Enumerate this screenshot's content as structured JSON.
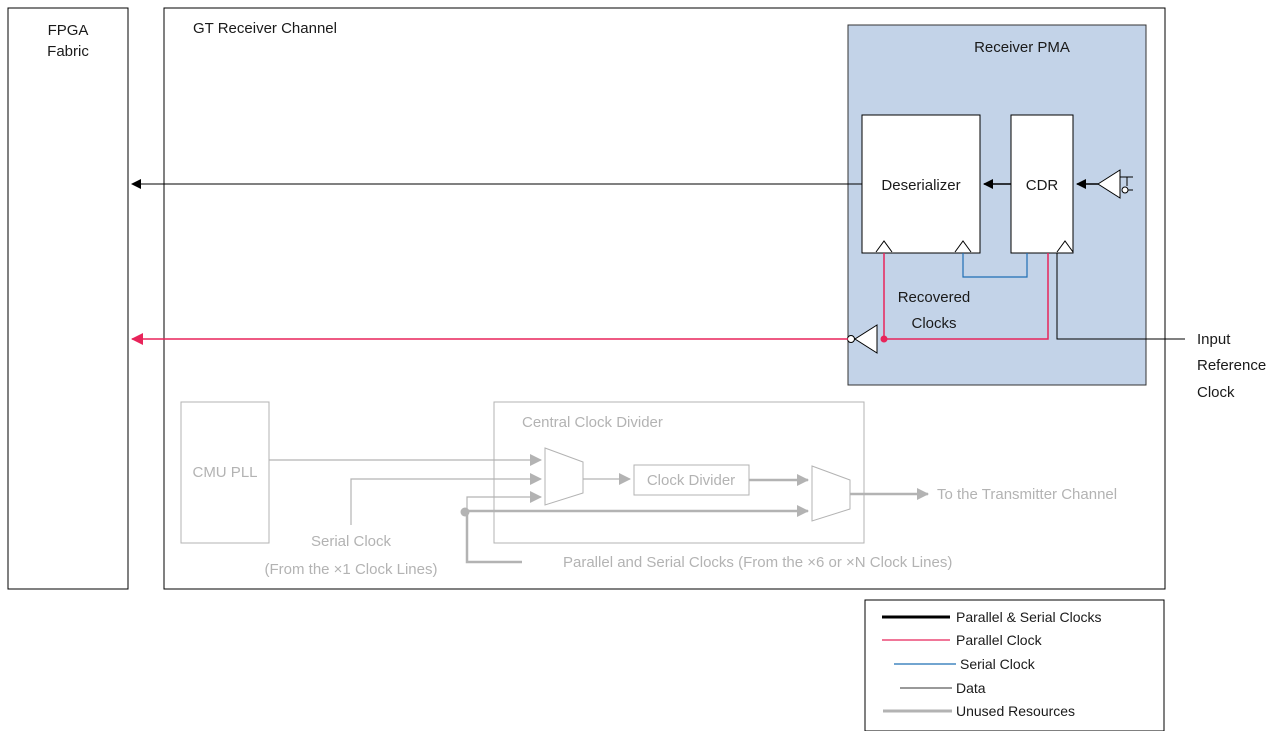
{
  "fpga": {
    "line1": "FPGA",
    "line2": "Fabric"
  },
  "channel": {
    "title": "GT Receiver Channel"
  },
  "pma": {
    "title": "Receiver PMA",
    "deserializer": "Deserializer",
    "cdr": "CDR",
    "recovered_line1": "Recovered",
    "recovered_line2": "Clocks"
  },
  "ref_clock": {
    "line1": "Input",
    "line2": "Reference",
    "line3": "Clock"
  },
  "unused": {
    "cmu_pll": "CMU PLL",
    "central_divider": "Central Clock Divider",
    "clock_divider": "Clock Divider",
    "to_transmitter": "To the Transmitter Channel",
    "serial_clock_line1": "Serial Clock",
    "serial_clock_line2": "(From the ×1 Clock Lines)",
    "parallel_serial": "Parallel and Serial Clocks (From the ×6 or ×N Clock Lines)"
  },
  "legend": {
    "items": [
      {
        "label": "Parallel & Serial Clocks",
        "color": "#000000"
      },
      {
        "label": "Parallel Clock",
        "color": "#e8245a"
      },
      {
        "label": "Serial Clock",
        "color": "#1f6fb5"
      },
      {
        "label": "Data",
        "color": "#333333"
      },
      {
        "label": "Unused Resources",
        "color": "#b3b3b3"
      }
    ]
  },
  "colors": {
    "pma_fill": "#c3d3e8",
    "parallel_clock": "#e8245a",
    "serial_clock": "#1f6fb5",
    "unused": "#b3b3b3",
    "data": "#000000"
  }
}
